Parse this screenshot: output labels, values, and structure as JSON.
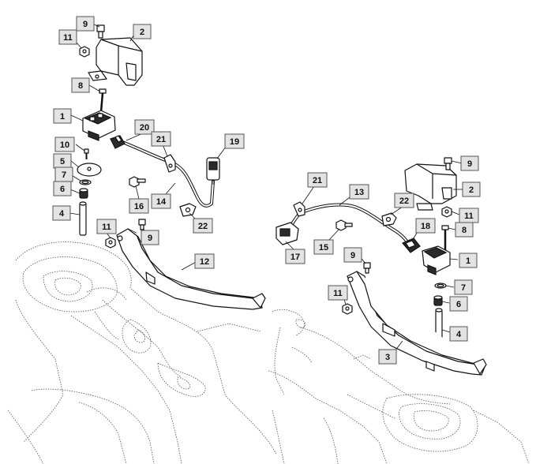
{
  "diagram": {
    "left_assembly": {
      "callouts": [
        {
          "id": "l-9",
          "label": "9"
        },
        {
          "id": "l-2",
          "label": "2"
        },
        {
          "id": "l-11a",
          "label": "11"
        },
        {
          "id": "l-8",
          "label": "8"
        },
        {
          "id": "l-1",
          "label": "1"
        },
        {
          "id": "l-20",
          "label": "20"
        },
        {
          "id": "l-21",
          "label": "21"
        },
        {
          "id": "l-19",
          "label": "19"
        },
        {
          "id": "l-10",
          "label": "10"
        },
        {
          "id": "l-5",
          "label": "5"
        },
        {
          "id": "l-7",
          "label": "7"
        },
        {
          "id": "l-6",
          "label": "6"
        },
        {
          "id": "l-16",
          "label": "16"
        },
        {
          "id": "l-14",
          "label": "14"
        },
        {
          "id": "l-22",
          "label": "22"
        },
        {
          "id": "l-4",
          "label": "4"
        },
        {
          "id": "l-11b",
          "label": "11"
        },
        {
          "id": "l-9b",
          "label": "9"
        },
        {
          "id": "l-12",
          "label": "12"
        }
      ]
    },
    "right_assembly": {
      "callouts": [
        {
          "id": "r-9",
          "label": "9"
        },
        {
          "id": "r-2",
          "label": "2"
        },
        {
          "id": "r-21",
          "label": "21"
        },
        {
          "id": "r-13",
          "label": "13"
        },
        {
          "id": "r-22",
          "label": "22"
        },
        {
          "id": "r-11",
          "label": "11"
        },
        {
          "id": "r-18",
          "label": "18"
        },
        {
          "id": "r-8",
          "label": "8"
        },
        {
          "id": "r-17",
          "label": "17"
        },
        {
          "id": "r-15",
          "label": "15"
        },
        {
          "id": "r-9b",
          "label": "9"
        },
        {
          "id": "r-1",
          "label": "1"
        },
        {
          "id": "r-7",
          "label": "7"
        },
        {
          "id": "r-11b",
          "label": "11"
        },
        {
          "id": "r-6",
          "label": "6"
        },
        {
          "id": "r-4",
          "label": "4"
        },
        {
          "id": "r-3",
          "label": "3"
        }
      ]
    }
  }
}
